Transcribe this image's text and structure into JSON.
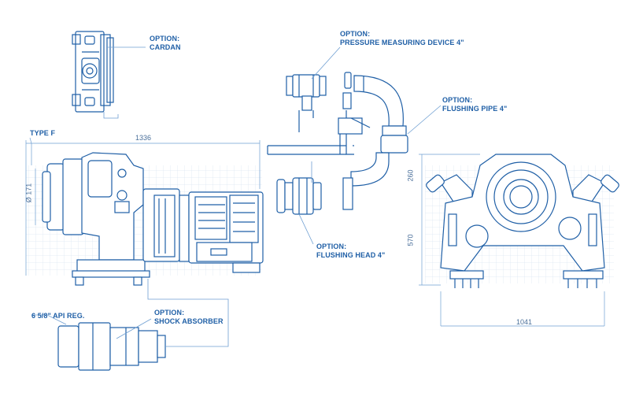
{
  "colors": {
    "line": "#1f5fa6",
    "line_light": "#6f9fd2",
    "grid": "#cddcee",
    "text": "#1f5fa6",
    "dim": "#4a6f9a",
    "background": "#ffffff"
  },
  "labels": {
    "cardan_option": "OPTION:",
    "cardan_name": "CARDAN",
    "pressure_option": "OPTION:",
    "pressure_name": "PRESSURE MEASURING DEVICE 4\"",
    "flushing_pipe_option": "OPTION:",
    "flushing_pipe_name": "FLUSHING PIPE 4\"",
    "type_f": "TYPE F",
    "flushing_head_option": "OPTION:",
    "flushing_head_name": "FLUSHING HEAD 4\"",
    "api_reg": "6 5/8\" API REG.",
    "shock_option": "OPTION:",
    "shock_name": "SHOCK ABSORBER"
  },
  "dimensions": {
    "overall_length": "1336",
    "diameter": "Ø 171",
    "height_top": "260",
    "height_main": "570",
    "width_front": "1041"
  },
  "icons": {
    "cardan": "cardan-drawing-icon",
    "pressure_device": "pressure-device-drawing-icon",
    "flushing_pipe": "flushing-pipe-drawing-icon",
    "flushing_head": "flushing-head-drawing-icon",
    "shock_absorber": "shock-absorber-drawing-icon",
    "side_view": "rotary-head-side-view-icon",
    "front_view": "rotary-head-front-view-icon"
  }
}
